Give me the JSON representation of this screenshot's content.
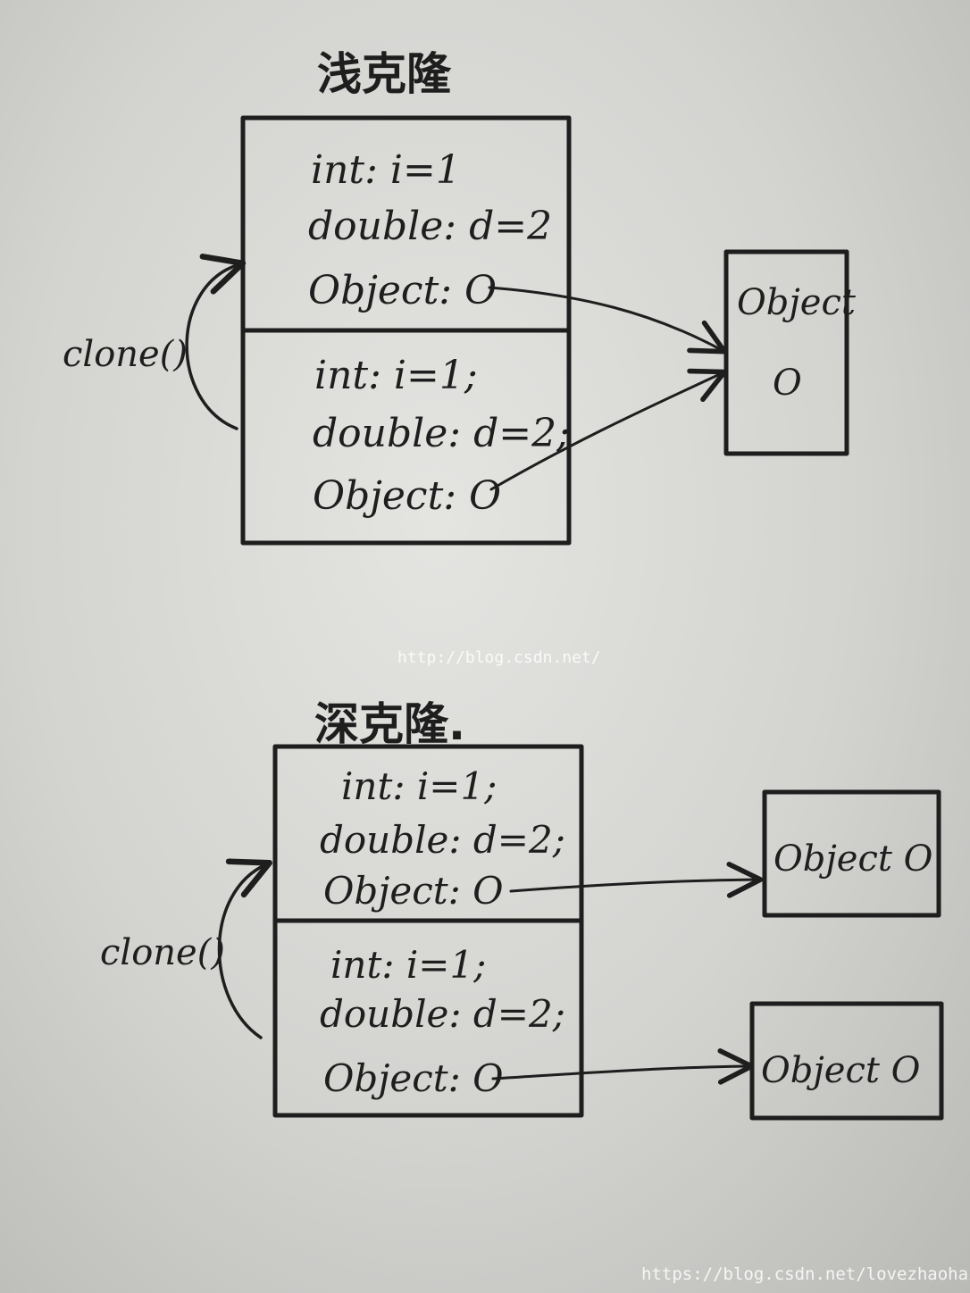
{
  "shallow": {
    "title": "浅克隆",
    "clone_label": "clone()",
    "original_fields": [
      "int: i=1",
      "double: d=2",
      "Object: O"
    ],
    "copy_fields": [
      "int: i=1;",
      "double: d=2;",
      "Object: O"
    ],
    "object_box": {
      "line1": "Object",
      "line2": "O"
    }
  },
  "deep": {
    "title": "深克隆.",
    "clone_label": "clone()",
    "original_fields": [
      "int: i=1;",
      "double: d=2;",
      "Object: O"
    ],
    "copy_fields": [
      "int: i=1;",
      "double: d=2;",
      "Object: O"
    ],
    "object_box_1": "Object O",
    "object_box_2": "Object O"
  },
  "watermarks": {
    "center": "http://blog.csdn.net/",
    "bottom": "https://blog.csdn.net/lovezhaohaimig"
  }
}
